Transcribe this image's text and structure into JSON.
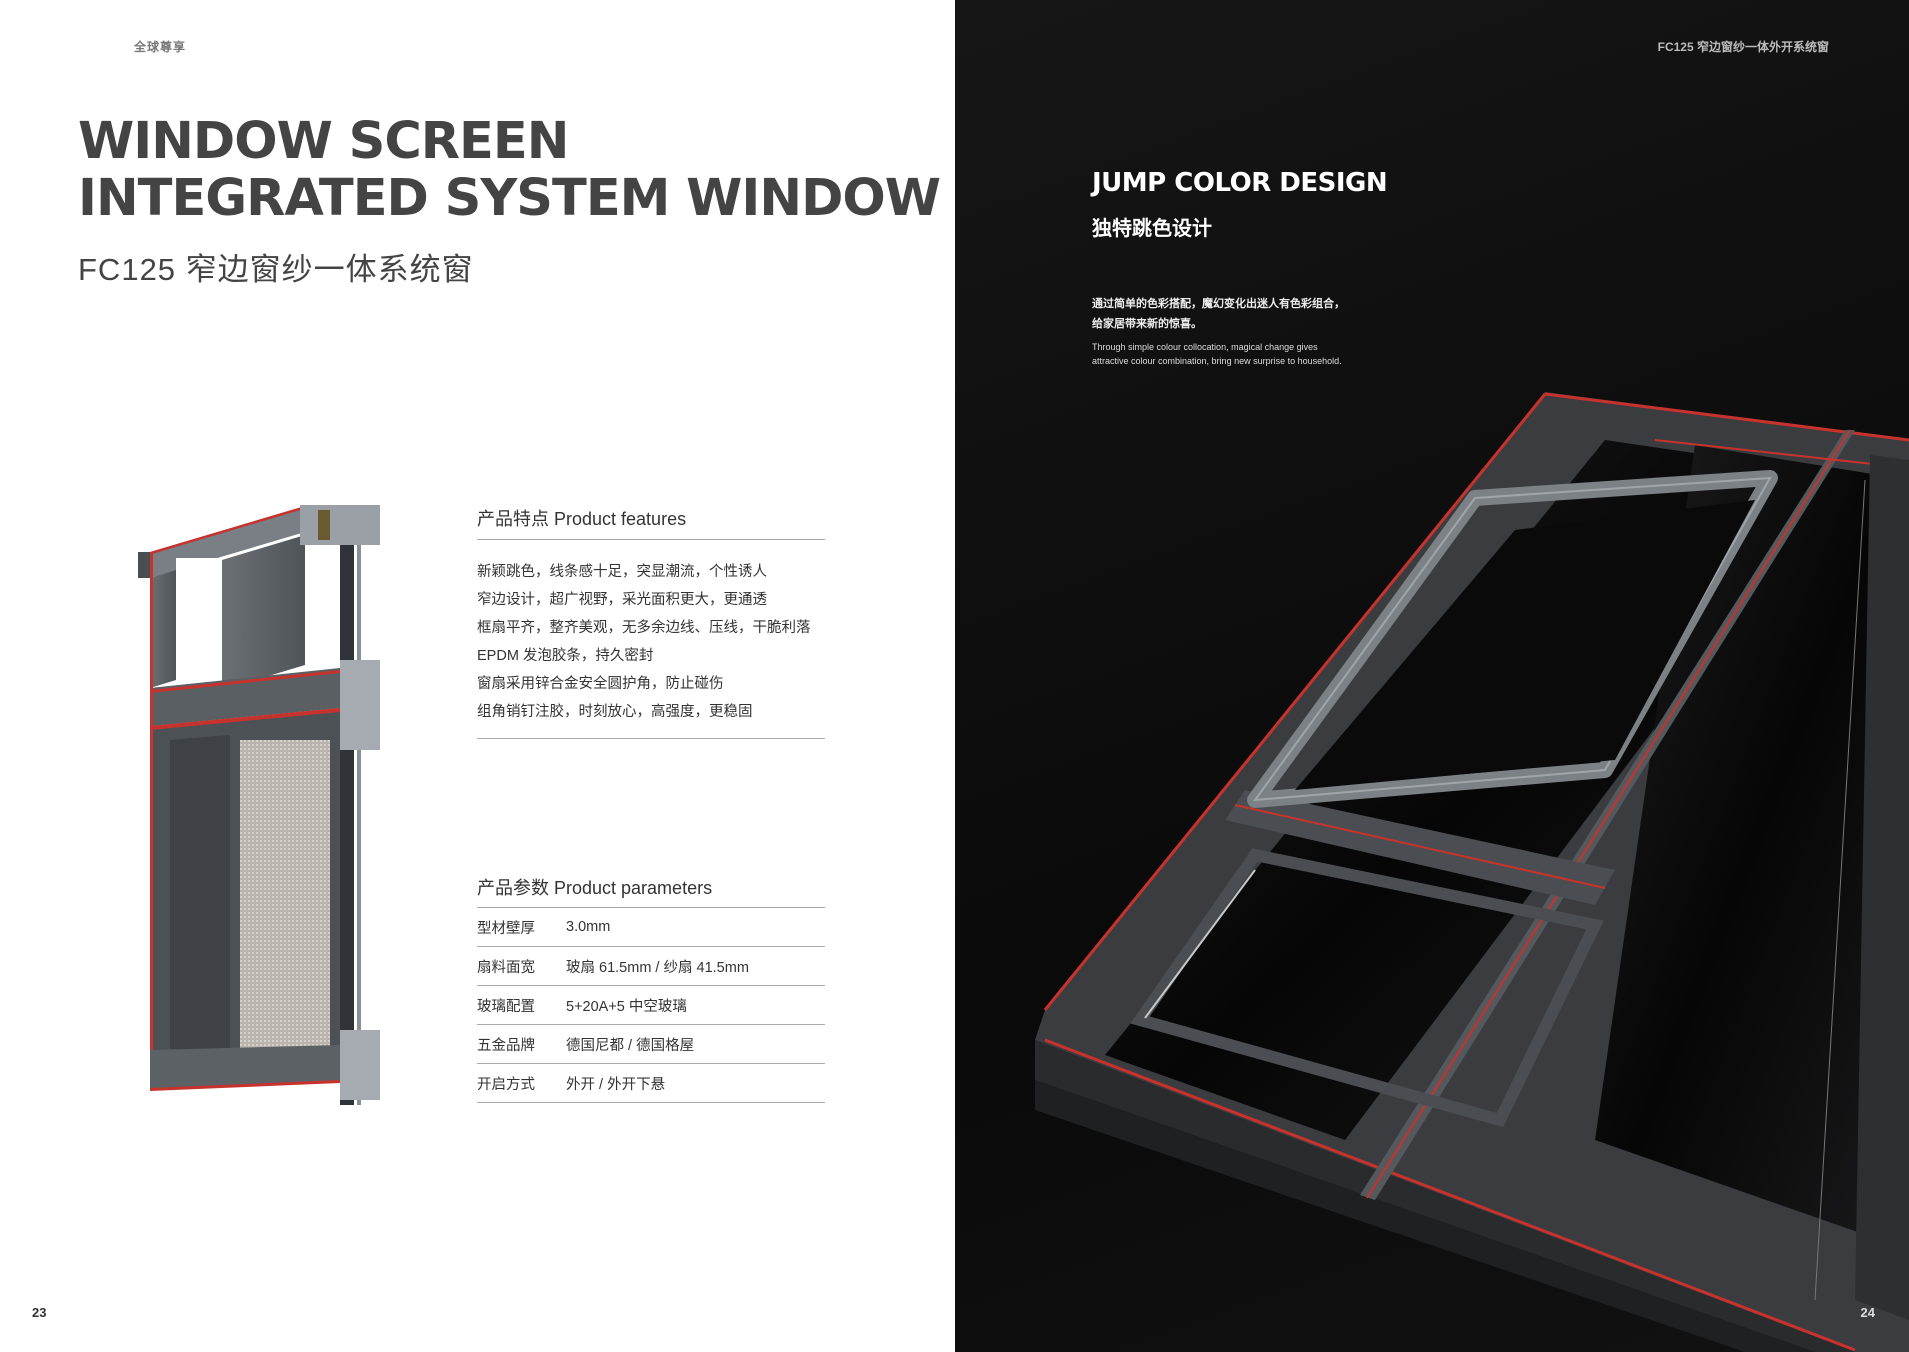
{
  "left_page": {
    "brand": "全球尊享",
    "title_line1": "WINDOW SCREEN",
    "title_line2": "INTEGRATED SYSTEM WINDOW",
    "subtitle": "FC125 窄边窗纱一体系统窗",
    "features": {
      "heading": "产品特点 Product features",
      "items": [
        "新颖跳色，线条感十足，突显潮流，个性诱人",
        "窄边设计，超广视野，采光面积更大，更通透",
        "框扇平齐，整齐美观，无多余边线、压线，干脆利落",
        "EPDM 发泡胶条，持久密封",
        "窗扇采用锌合金安全圆护角，防止碰伤",
        "组角销钉注胶，时刻放心，高强度，更稳固"
      ]
    },
    "parameters": {
      "heading": "产品参数 Product parameters",
      "rows": [
        {
          "label": "型材壁厚",
          "value": "3.0mm"
        },
        {
          "label": "扇料面宽",
          "value": "玻扇 61.5mm / 纱扇 41.5mm"
        },
        {
          "label": "玻璃配置",
          "value": "5+20A+5 中空玻璃"
        },
        {
          "label": "五金品牌",
          "value": "德国尼都 / 德国格屋"
        },
        {
          "label": "开启方式",
          "value": "外开 / 外开下悬"
        }
      ]
    },
    "page_number": "23"
  },
  "right_page": {
    "header": "FC125 窄边窗纱一体外开系统窗",
    "title": "JUMP COLOR DESIGN",
    "title_cn": "独特跳色设计",
    "desc_cn_line1": "通过简单的色彩搭配，魔幻变化出迷人有色彩组合，",
    "desc_cn_line2": "给家居带来新的惊喜。",
    "desc_en_line1": "Through simple colour collocation, magical change gives",
    "desc_en_line2": "attractive colour combination, bring new surprise to household.",
    "page_number": "24"
  },
  "colors": {
    "frame_gray": "#5d6166",
    "accent_red": "#c8322c",
    "dark_bg": "#0d0d0d"
  }
}
